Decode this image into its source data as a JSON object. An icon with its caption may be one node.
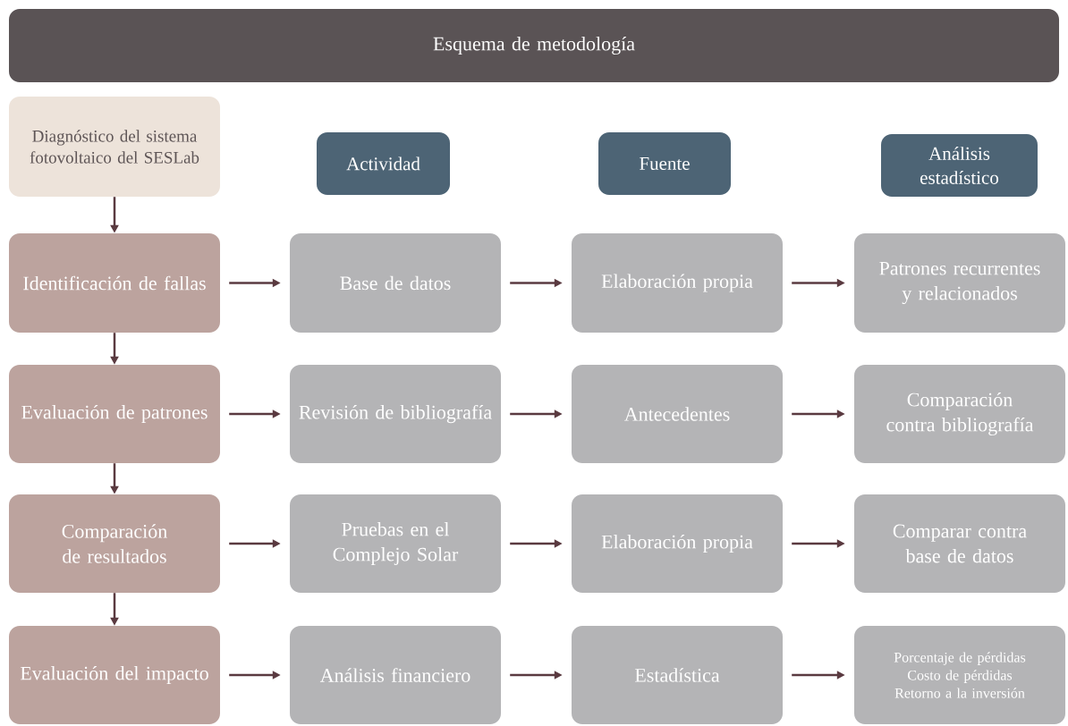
{
  "diagram": {
    "nodes": [
      {
        "text": [
          "Esquema de metodología"
        ]
      },
      {
        "text": [
          "Diagnóstico del sistema fotovoltaico del SESLab"
        ]
      },
      {
        "text": [
          "Actividad"
        ]
      },
      {
        "text": [
          "Fuente"
        ]
      },
      {
        "text": [
          "Análisis estadístico"
        ]
      },
      {
        "text": [
          "Identificación de fallas"
        ]
      },
      {
        "text": [
          "Base de datos"
        ]
      },
      {
        "text": [
          "Elaboración propia"
        ]
      },
      {
        "text": [
          "Patrones recurrentes y relacionados"
        ]
      },
      {
        "text": [
          "Evaluación de patrones"
        ]
      },
      {
        "text": [
          "Revisión de bibliografía"
        ]
      },
      {
        "text": [
          "Antecedentes"
        ]
      },
      {
        "text": [
          "Comparación contra bibliografía"
        ]
      },
      {
        "text": [
          "Comparación de resultados"
        ]
      },
      {
        "text": [
          "Pruebas en el Complejo Solar"
        ]
      },
      {
        "text": [
          "Elaboración propia"
        ]
      },
      {
        "text": [
          "Comparar contra base de datos"
        ]
      },
      {
        "text": [
          "Evaluación del impacto"
        ]
      },
      {
        "text": [
          "Análisis financiero"
        ]
      },
      {
        "text": [
          "Estadística"
        ]
      },
      {
        "text": [
          "Porcentaje de pérdidas",
          "Costo de pérdidas",
          "Retorno a la inversión"
        ]
      }
    ],
    "edges": [
      {
        "from": 1,
        "to": 5,
        "arrow": "to"
      },
      {
        "from": 5,
        "to": 9,
        "arrow": "to"
      },
      {
        "from": 9,
        "to": 13,
        "arrow": "to"
      },
      {
        "from": 13,
        "to": 17,
        "arrow": "to"
      },
      {
        "from": 5,
        "to": 6,
        "arrow": "to"
      },
      {
        "from": 6,
        "to": 7,
        "arrow": "to"
      },
      {
        "from": 7,
        "to": 8,
        "arrow": "to"
      },
      {
        "from": 9,
        "to": 10,
        "arrow": "to"
      },
      {
        "from": 10,
        "to": 11,
        "arrow": "to"
      },
      {
        "from": 11,
        "to": 12,
        "arrow": "to"
      },
      {
        "from": 13,
        "to": 14,
        "arrow": "to"
      },
      {
        "from": 14,
        "to": 15,
        "arrow": "to"
      },
      {
        "from": 15,
        "to": 16,
        "arrow": "to"
      },
      {
        "from": 17,
        "to": 18,
        "arrow": "to"
      },
      {
        "from": 18,
        "to": 19,
        "arrow": "to"
      },
      {
        "from": 19,
        "to": 20,
        "arrow": "to"
      }
    ]
  }
}
